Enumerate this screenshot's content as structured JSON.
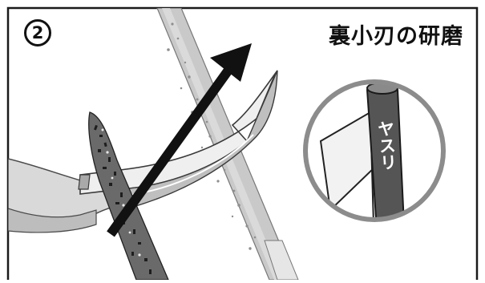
{
  "step": {
    "number": "2"
  },
  "title": "裏小刃の研磨",
  "inset": {
    "tool_label": "ヤスリ"
  }
}
